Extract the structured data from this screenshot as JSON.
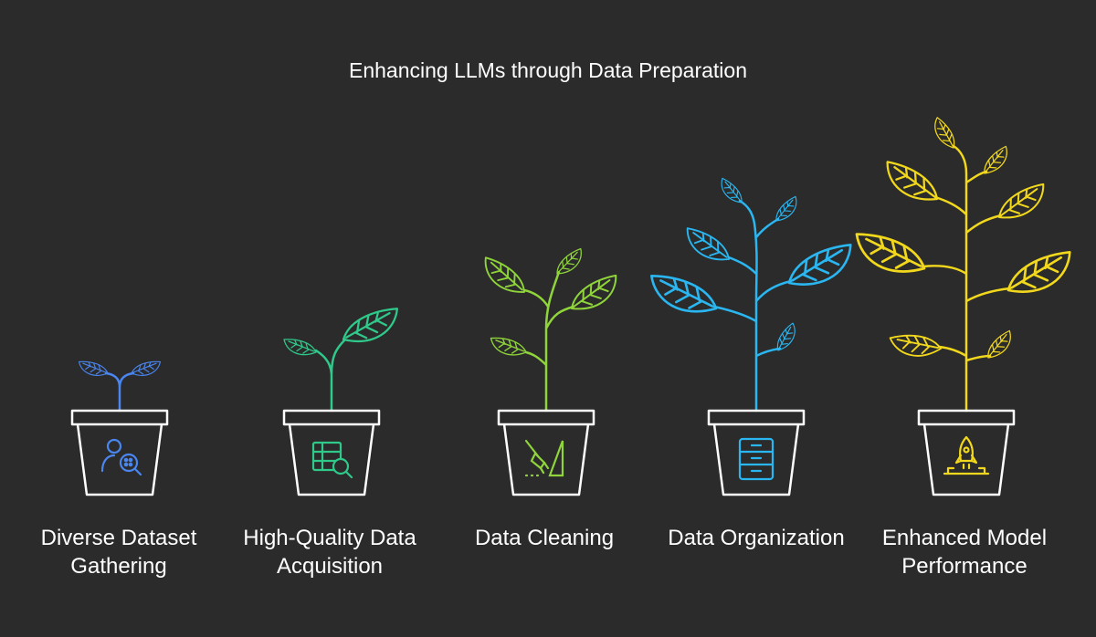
{
  "title": "Enhancing LLMs through Data Preparation",
  "stages": [
    {
      "line1": "Diverse Dataset",
      "line2": "Gathering",
      "color": "#4a86f0",
      "icon": "user-search-icon"
    },
    {
      "line1": "High-Quality Data",
      "line2": "Acquisition",
      "color": "#2fc98a",
      "icon": "table-search-icon"
    },
    {
      "line1": "Data Cleaning",
      "line2": "",
      "color": "#8fd43a",
      "icon": "broom-icon"
    },
    {
      "line1": "Data Organization",
      "line2": "",
      "color": "#2ab6f0",
      "icon": "file-cabinet-icon"
    },
    {
      "line1": "Enhanced Model",
      "line2": "Performance",
      "color": "#f2d81c",
      "icon": "rocket-launch-icon"
    }
  ]
}
